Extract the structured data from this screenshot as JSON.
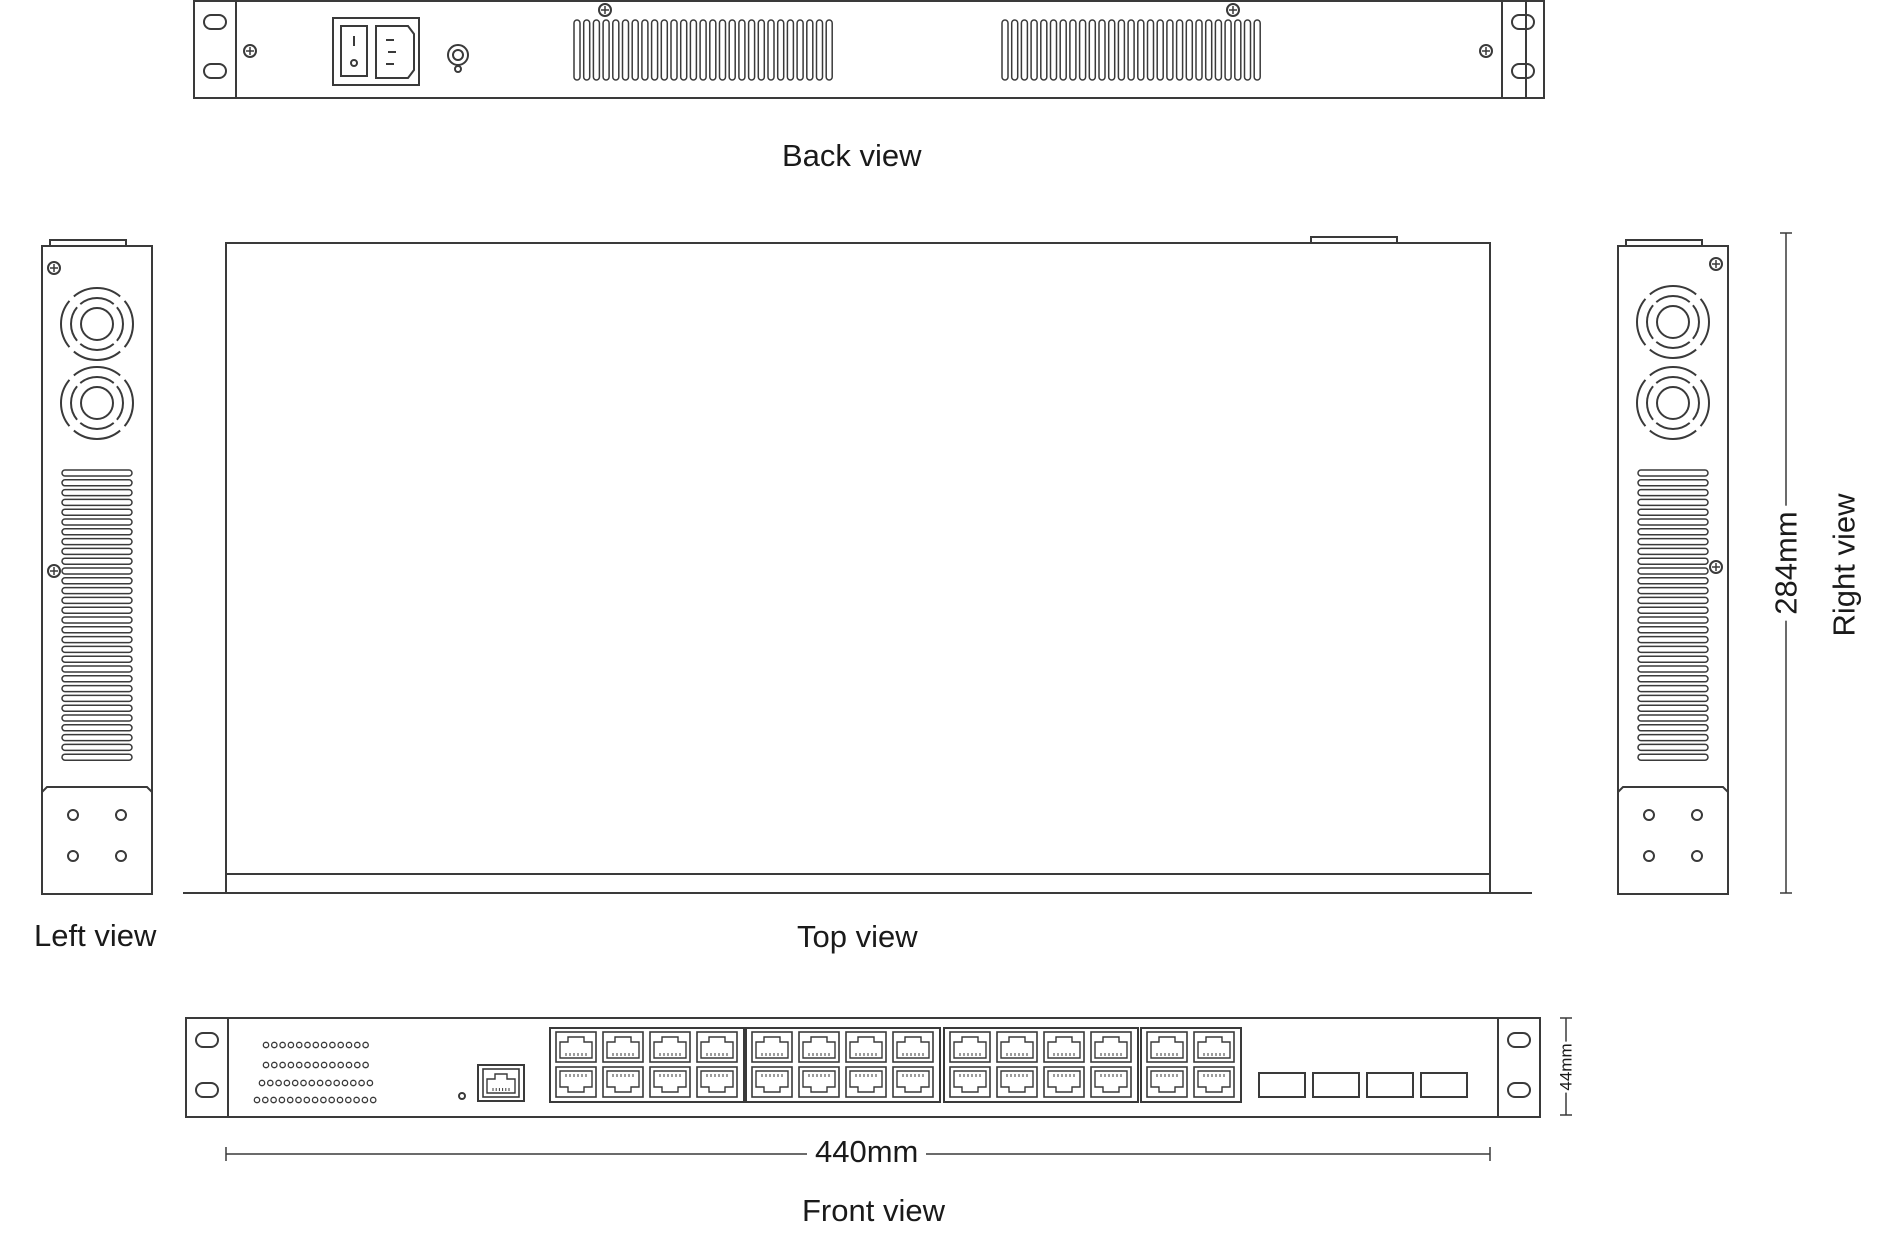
{
  "views": {
    "back": "Back view",
    "top": "Top view",
    "left": "Left view",
    "right": "Right view",
    "front": "Front view"
  },
  "dimensions": {
    "width": "440mm",
    "depth": "284mm",
    "height": "44mm"
  },
  "colors": {
    "line": "#3a3a3a",
    "text": "#1a1a1a",
    "background": "#ffffff"
  }
}
